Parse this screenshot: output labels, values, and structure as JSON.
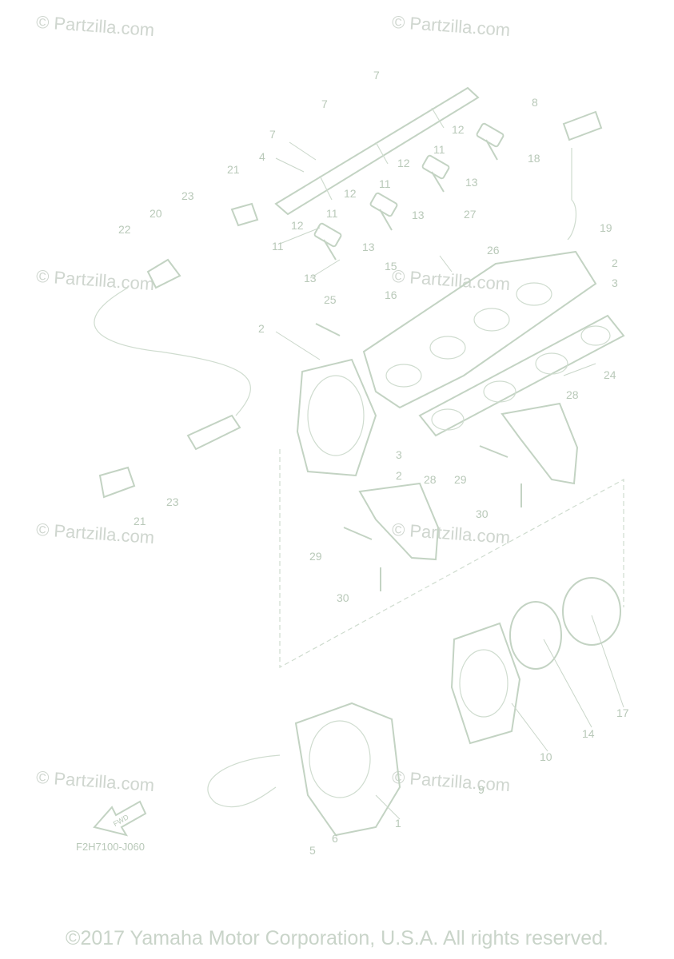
{
  "watermark_text": "© Partzilla.com",
  "diagram_code": "F2H7100-J060",
  "fwd_label": "FWD",
  "copyright": "©2017 Yamaha Motor Corporation, U.S.A. All rights reserved.",
  "callouts": {
    "c1": "7",
    "c2": "7",
    "c3": "7",
    "c4": "8",
    "c5": "12",
    "c6": "11",
    "c7": "4",
    "c8": "18",
    "c9": "21",
    "c10": "12",
    "c11": "12",
    "c12": "13",
    "c13": "23",
    "c14": "20",
    "c15": "11",
    "c16": "11",
    "c17": "13",
    "c18": "27",
    "c19": "19",
    "c20": "22",
    "c21": "12",
    "c22": "11",
    "c23": "13",
    "c24": "26",
    "c25": "15",
    "c26": "2",
    "c27": "3",
    "c28": "13",
    "c29": "16",
    "c30": "25",
    "c31": "2",
    "c32": "24",
    "c33": "28",
    "c34": "3",
    "c35": "2",
    "c36": "29",
    "c37": "23",
    "c38": "28",
    "c39": "21",
    "c40": "30",
    "c41": "29",
    "c42": "30",
    "c43": "17",
    "c44": "14",
    "c45": "10",
    "c46": "9",
    "c47": "1",
    "c48": "6",
    "c49": "5"
  }
}
